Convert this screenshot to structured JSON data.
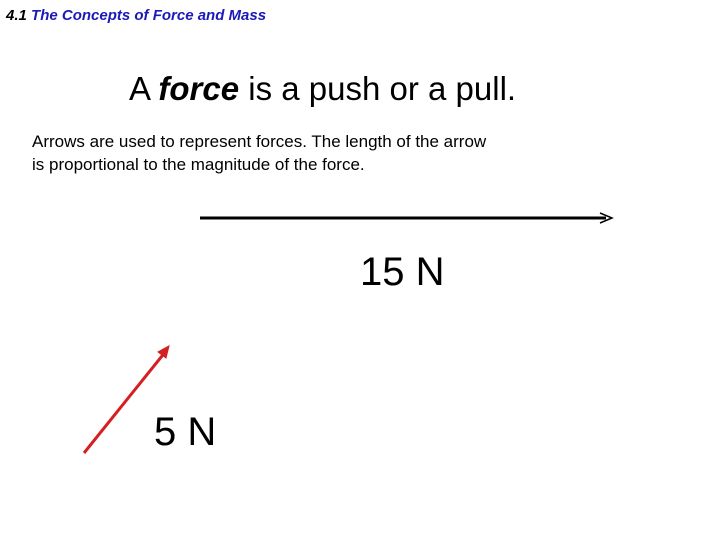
{
  "header": {
    "number": "4.1",
    "title": "The Concepts of Force and Mass"
  },
  "headline": {
    "prefix": "A",
    "emphasis": "force",
    "suffix": "is a push or a pull."
  },
  "body": {
    "text": "Arrows are used to represent forces.  The length of the arrow\nis proportional to the magnitude of the force."
  },
  "arrows": [
    {
      "id": "horizontal",
      "label": "15 N",
      "color": "#000000",
      "magnitude": 15
    },
    {
      "id": "diagonal",
      "label": "5 N",
      "color": "#d42020",
      "magnitude": 5
    }
  ],
  "colors": {
    "header_title": "#1a1ab8",
    "background": "#ffffff"
  }
}
